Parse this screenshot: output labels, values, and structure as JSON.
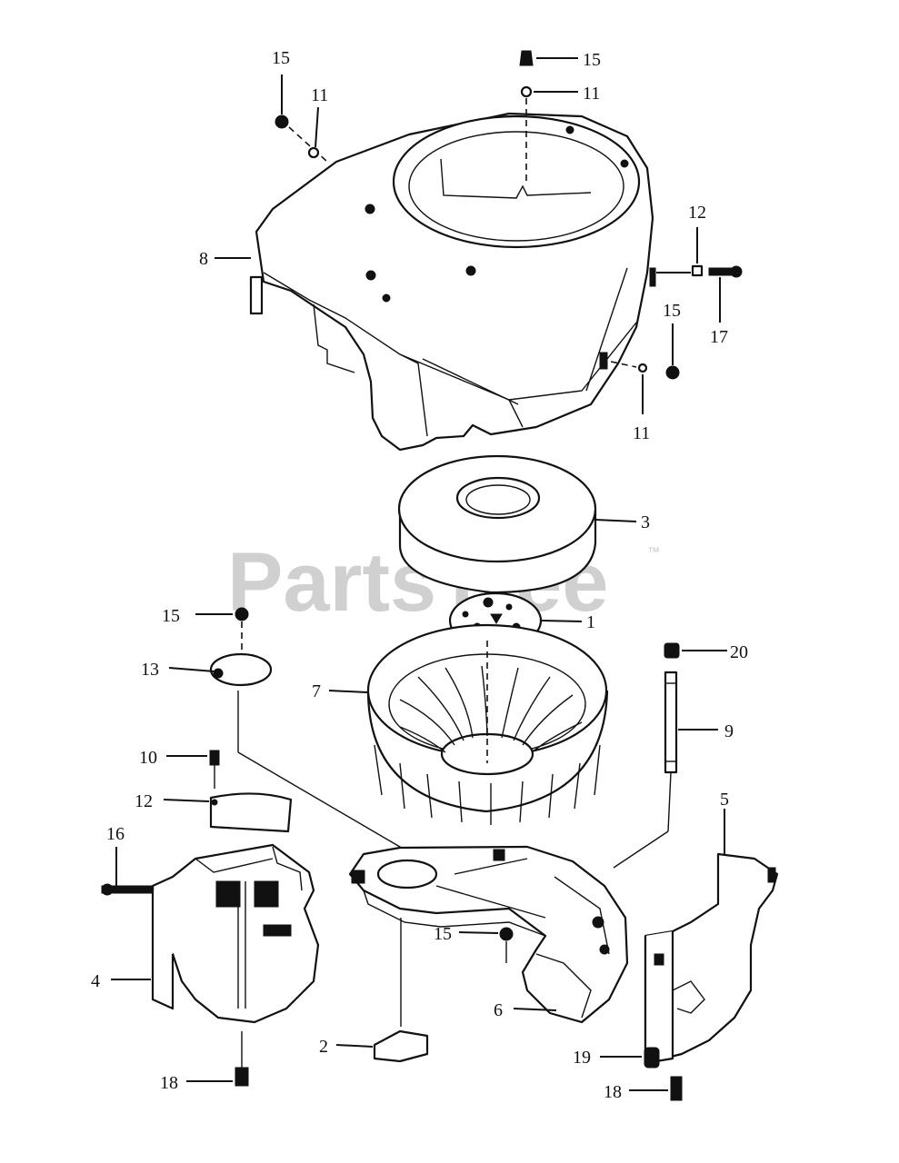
{
  "watermark": {
    "brand": "PartsTree",
    "trademark": "™"
  },
  "callouts": [
    {
      "id": "c-15-top-left",
      "label": "15"
    },
    {
      "id": "c-11-top-left",
      "label": "11"
    },
    {
      "id": "c-15-top",
      "label": "15"
    },
    {
      "id": "c-11-top",
      "label": "11"
    },
    {
      "id": "c-8",
      "label": "8"
    },
    {
      "id": "c-12-right",
      "label": "12"
    },
    {
      "id": "c-15-right",
      "label": "15"
    },
    {
      "id": "c-17",
      "label": "17"
    },
    {
      "id": "c-11-right",
      "label": "11"
    },
    {
      "id": "c-3",
      "label": "3"
    },
    {
      "id": "c-1",
      "label": "1"
    },
    {
      "id": "c-15-left",
      "label": "15"
    },
    {
      "id": "c-13",
      "label": "13"
    },
    {
      "id": "c-20",
      "label": "20"
    },
    {
      "id": "c-7",
      "label": "7"
    },
    {
      "id": "c-9",
      "label": "9"
    },
    {
      "id": "c-10",
      "label": "10"
    },
    {
      "id": "c-12-left",
      "label": "12"
    },
    {
      "id": "c-5",
      "label": "5"
    },
    {
      "id": "c-16",
      "label": "16"
    },
    {
      "id": "c-15-bottom",
      "label": "15"
    },
    {
      "id": "c-4",
      "label": "4"
    },
    {
      "id": "c-6",
      "label": "6"
    },
    {
      "id": "c-2",
      "label": "2"
    },
    {
      "id": "c-19",
      "label": "19"
    },
    {
      "id": "c-18-left",
      "label": "18"
    },
    {
      "id": "c-18-right",
      "label": "18"
    }
  ]
}
